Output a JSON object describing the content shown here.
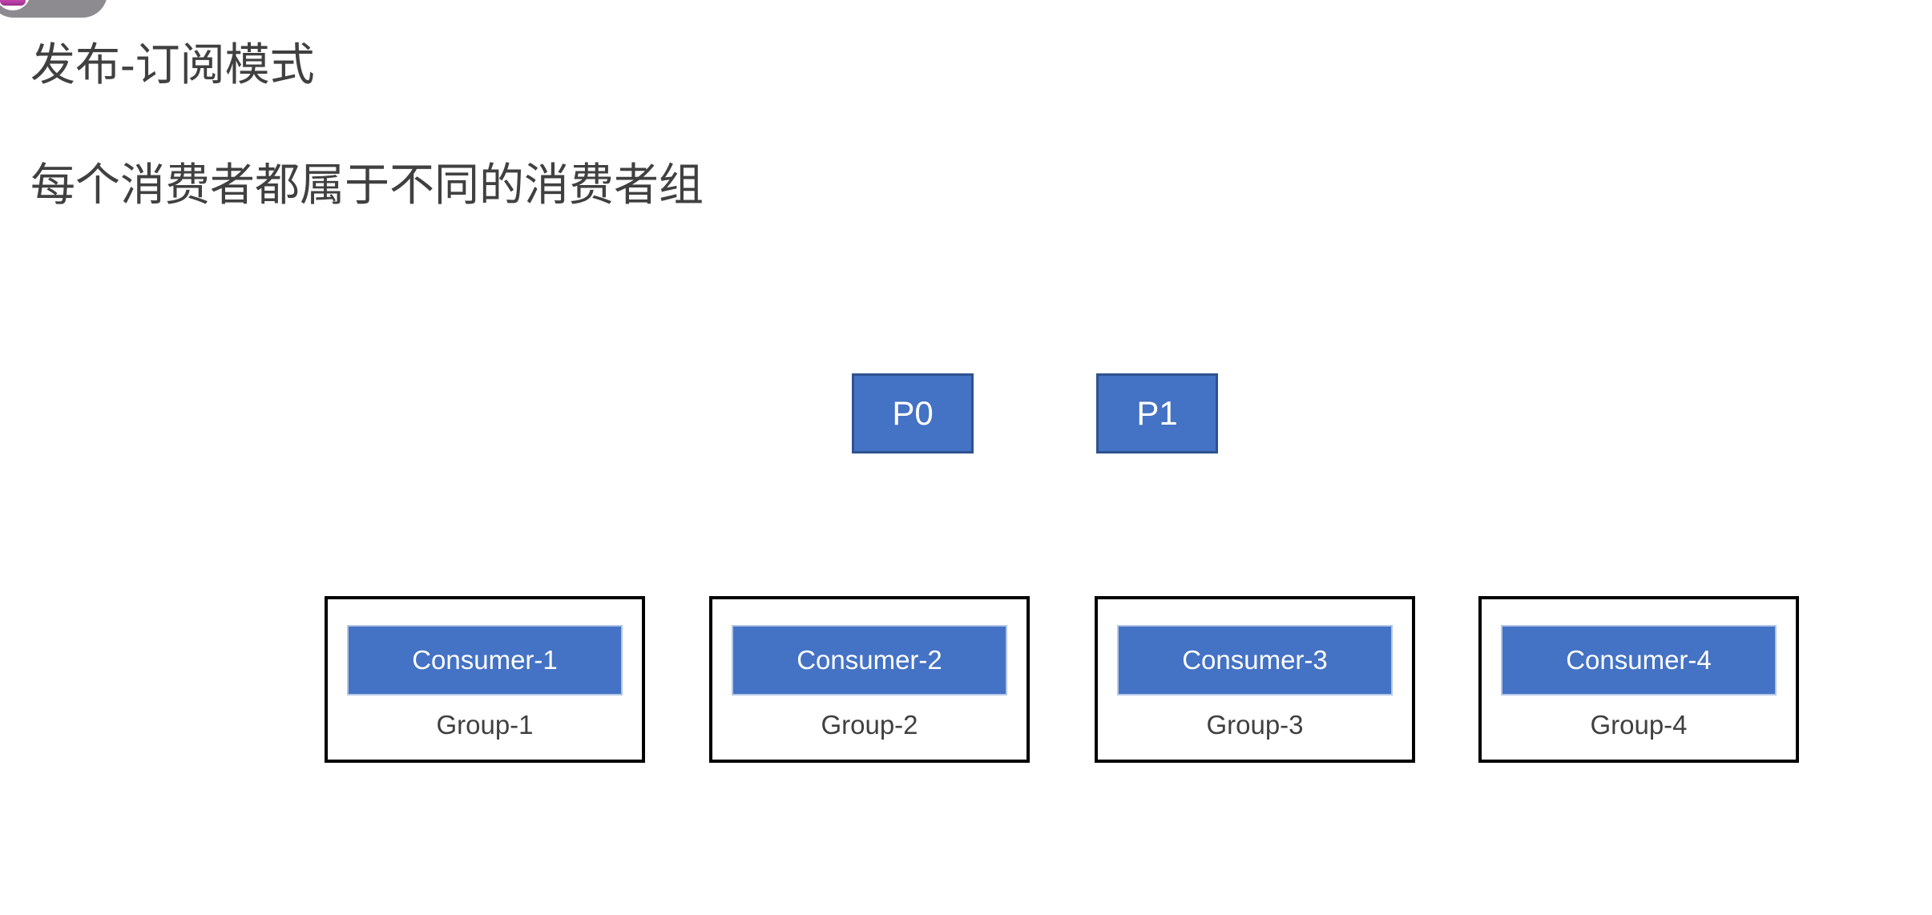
{
  "account_pill": {
    "name": "",
    "avatar_icon": "user-avatar-icon"
  },
  "headings": {
    "title": "发布-订阅模式",
    "subtitle": "每个消费者都属于不同的消费者组"
  },
  "colors": {
    "box_fill": "#4472C4",
    "box_border": "#2F528F",
    "chip_border": "#B4C6E7",
    "group_border": "#000000",
    "text_dark": "#404040",
    "pill_bg": "#8D8B90"
  },
  "partitions": [
    {
      "label": "P0"
    },
    {
      "label": "P1"
    }
  ],
  "groups": [
    {
      "consumer": "Consumer-1",
      "group": "Group-1"
    },
    {
      "consumer": "Consumer-2",
      "group": "Group-2"
    },
    {
      "consumer": "Consumer-3",
      "group": "Group-3"
    },
    {
      "consumer": "Consumer-4",
      "group": "Group-4"
    }
  ]
}
